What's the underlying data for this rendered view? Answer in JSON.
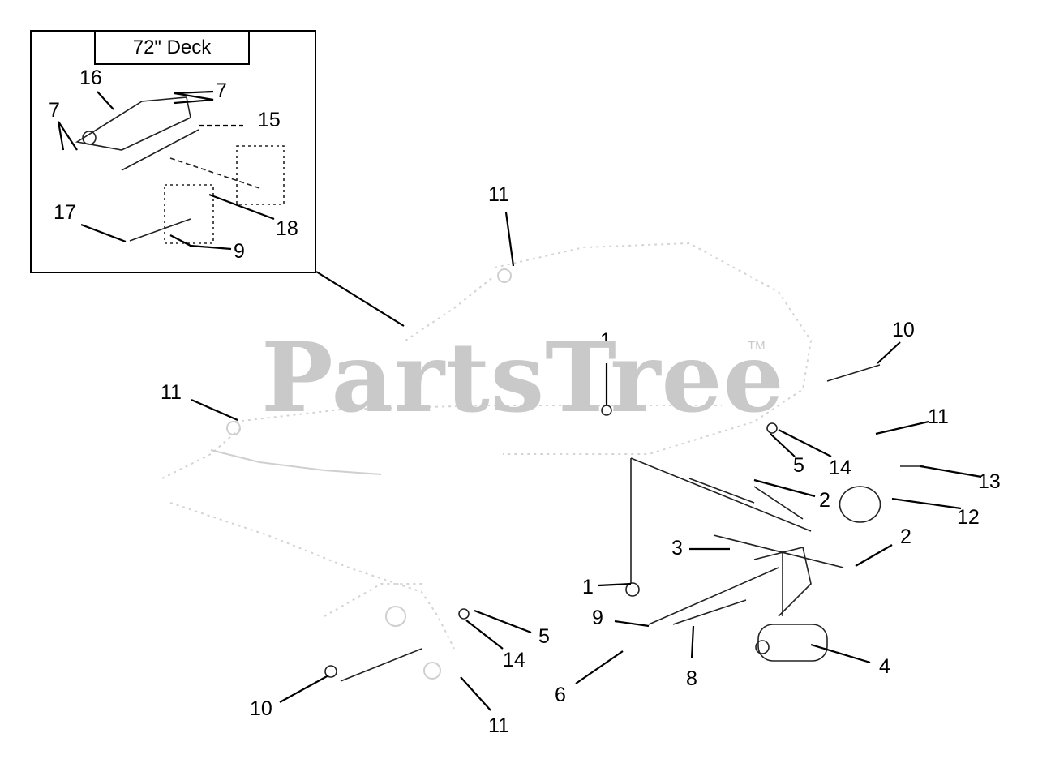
{
  "inset": {
    "title": "72\" Deck"
  },
  "watermark": {
    "text": "PartsTree",
    "tm": "TM"
  },
  "callouts": {
    "c16": "16",
    "c7a": "7",
    "c7b": "7",
    "c15": "15",
    "c18": "18",
    "c17": "17",
    "c9a": "9",
    "c11a": "11",
    "c11b": "11",
    "c11c": "11",
    "c11d": "11",
    "c1a": "1",
    "c1b": "1",
    "c10a": "10",
    "c10b": "10",
    "c5a": "5",
    "c5b": "5",
    "c14a": "14",
    "c14b": "14",
    "c2a": "2",
    "c2b": "2",
    "c3": "3",
    "c13": "13",
    "c12": "12",
    "c9b": "9",
    "c8": "8",
    "c6": "6",
    "c4": "4"
  }
}
